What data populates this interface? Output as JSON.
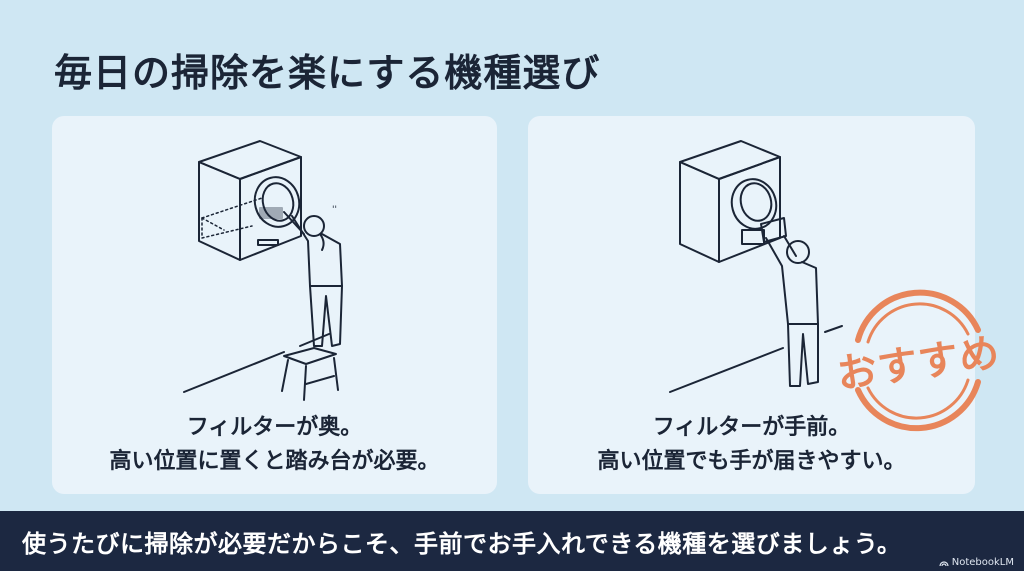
{
  "title": "毎日の掃除を楽にする機種選び",
  "panels": [
    {
      "id": "left",
      "illustration": "woman-on-step-stool-reaching-filter-inside-drum",
      "caption_line1": "フィルターが奥。",
      "caption_line2": "高い位置に置くと踏み台が必要。"
    },
    {
      "id": "right",
      "illustration": "man-pulling-filter-from-front-of-drum",
      "caption_line1": "フィルターが手前。",
      "caption_line2": "高い位置でも手が届きやすい。",
      "badge": "おすすめ"
    }
  ],
  "footer": {
    "message": "使うたびに掃除が必要だからこそ、手前でお手入れできる機種を選びましょう。",
    "brand": "NotebookLM",
    "brand_icon": "notebooklm-logo-icon"
  },
  "colors": {
    "background": "#cfe7f3",
    "panel": "#e9f3fa",
    "text": "#1b2536",
    "footer": "#1c2841",
    "accent": "#e8855a"
  }
}
